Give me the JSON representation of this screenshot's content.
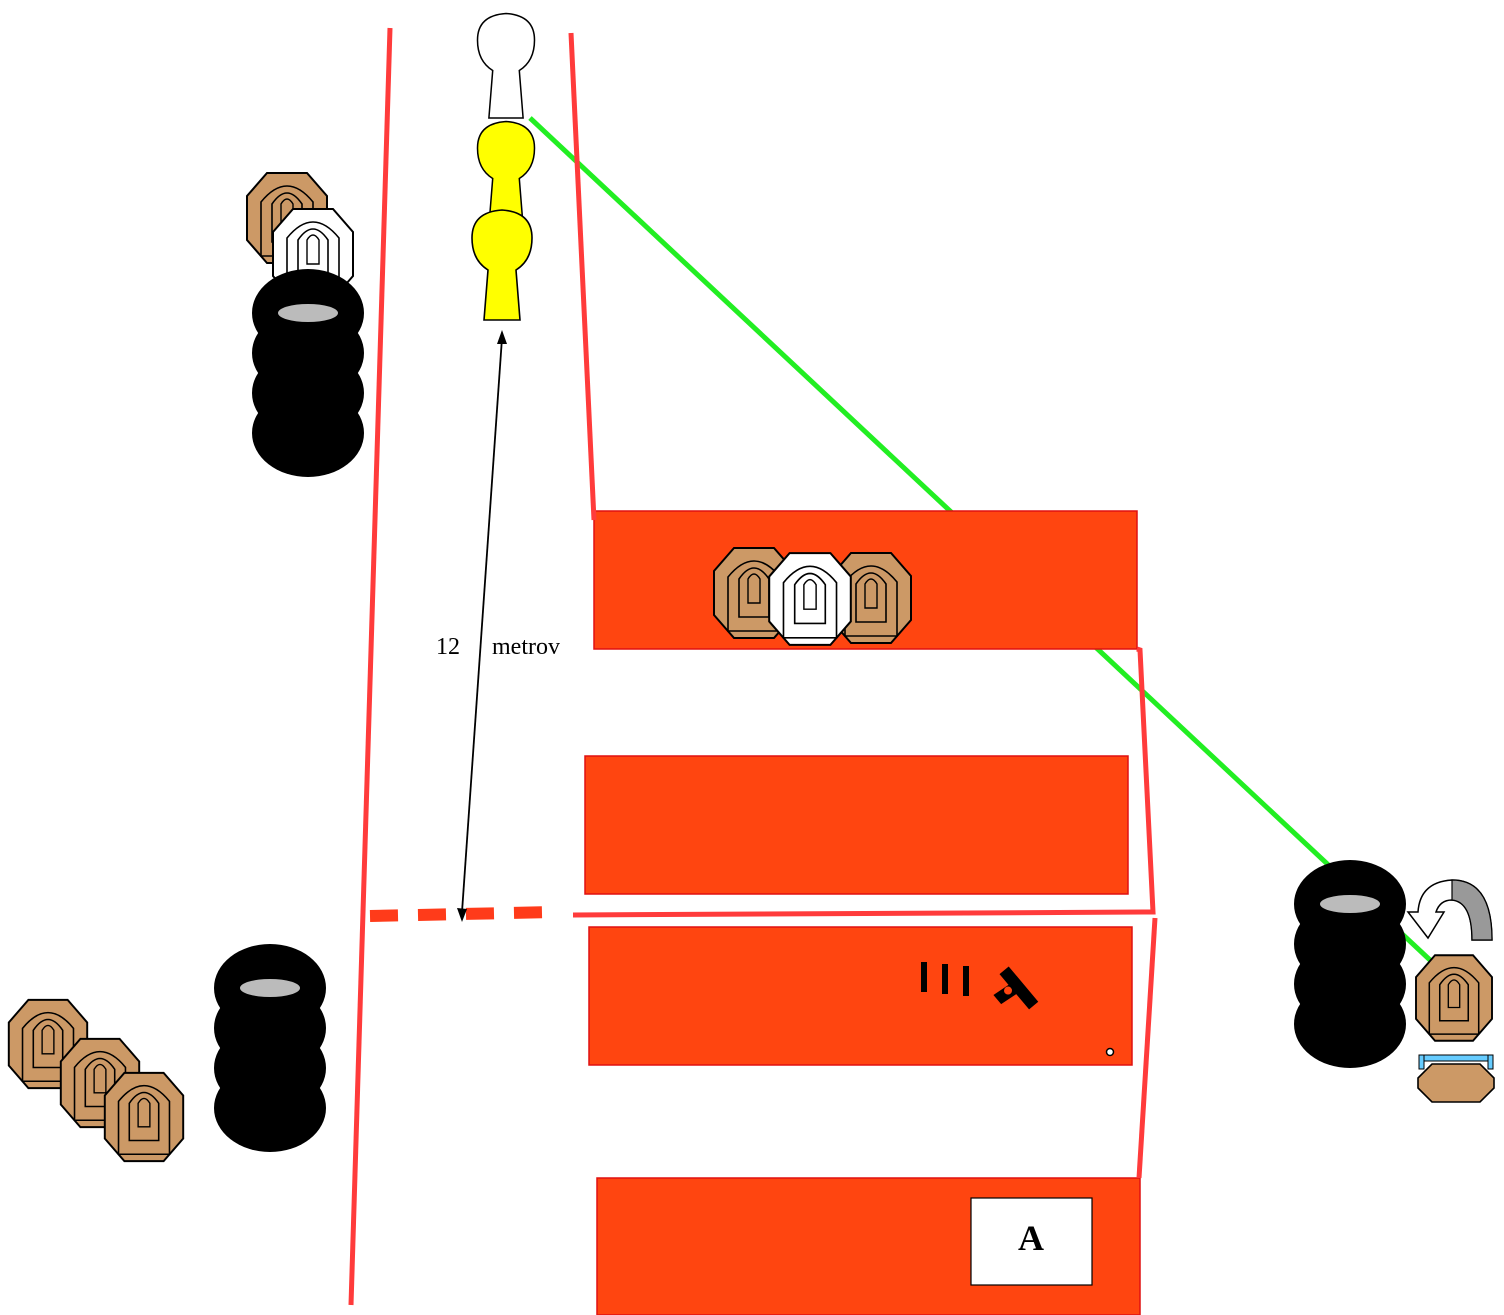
{
  "diagram": {
    "distance_label_number": "12",
    "distance_label_unit": "metrov",
    "start_box_label": "A",
    "ammo_marks": "III"
  },
  "colors": {
    "fault_line": "#ff3b3b",
    "barricade_fill": "#ff4510",
    "barricade_stroke": "#e01010",
    "target_fill": "#cc9966",
    "no_shoot_fill": "#ffffff",
    "popper_fill": "#ffff00",
    "popper_white_fill": "#ffffff",
    "activation_line": "#22ee22",
    "tire_fill": "#000000",
    "tire_top": "#bbbbbb"
  },
  "icons": {
    "pistol": "pistol-icon",
    "rotate_arrow": "rotate-arrow-icon",
    "start_position": "start-position-box"
  }
}
